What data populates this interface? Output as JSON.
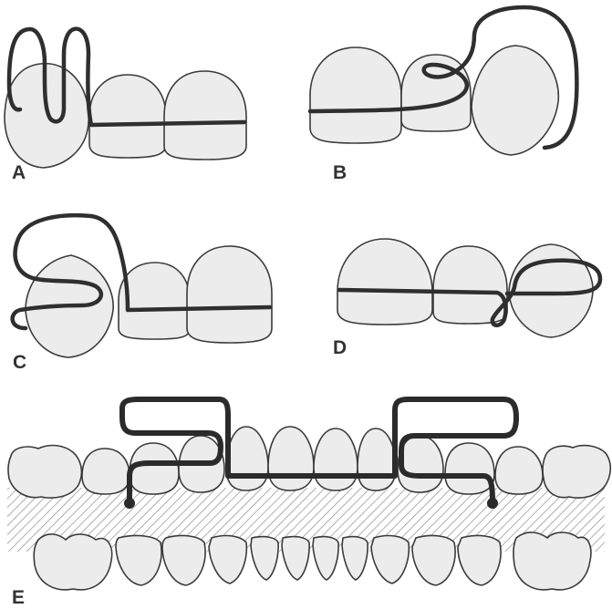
{
  "panels": [
    {
      "id": "A",
      "label": "A"
    },
    {
      "id": "B",
      "label": "B"
    },
    {
      "id": "C",
      "label": "C"
    },
    {
      "id": "D",
      "label": "D"
    },
    {
      "id": "E",
      "label": "E"
    }
  ],
  "colors": {
    "tooth_fill": "#ececec",
    "tooth_outline": "#3a3a3a",
    "wire": "#2f2f2f",
    "hatch": "#9a9a9a"
  }
}
